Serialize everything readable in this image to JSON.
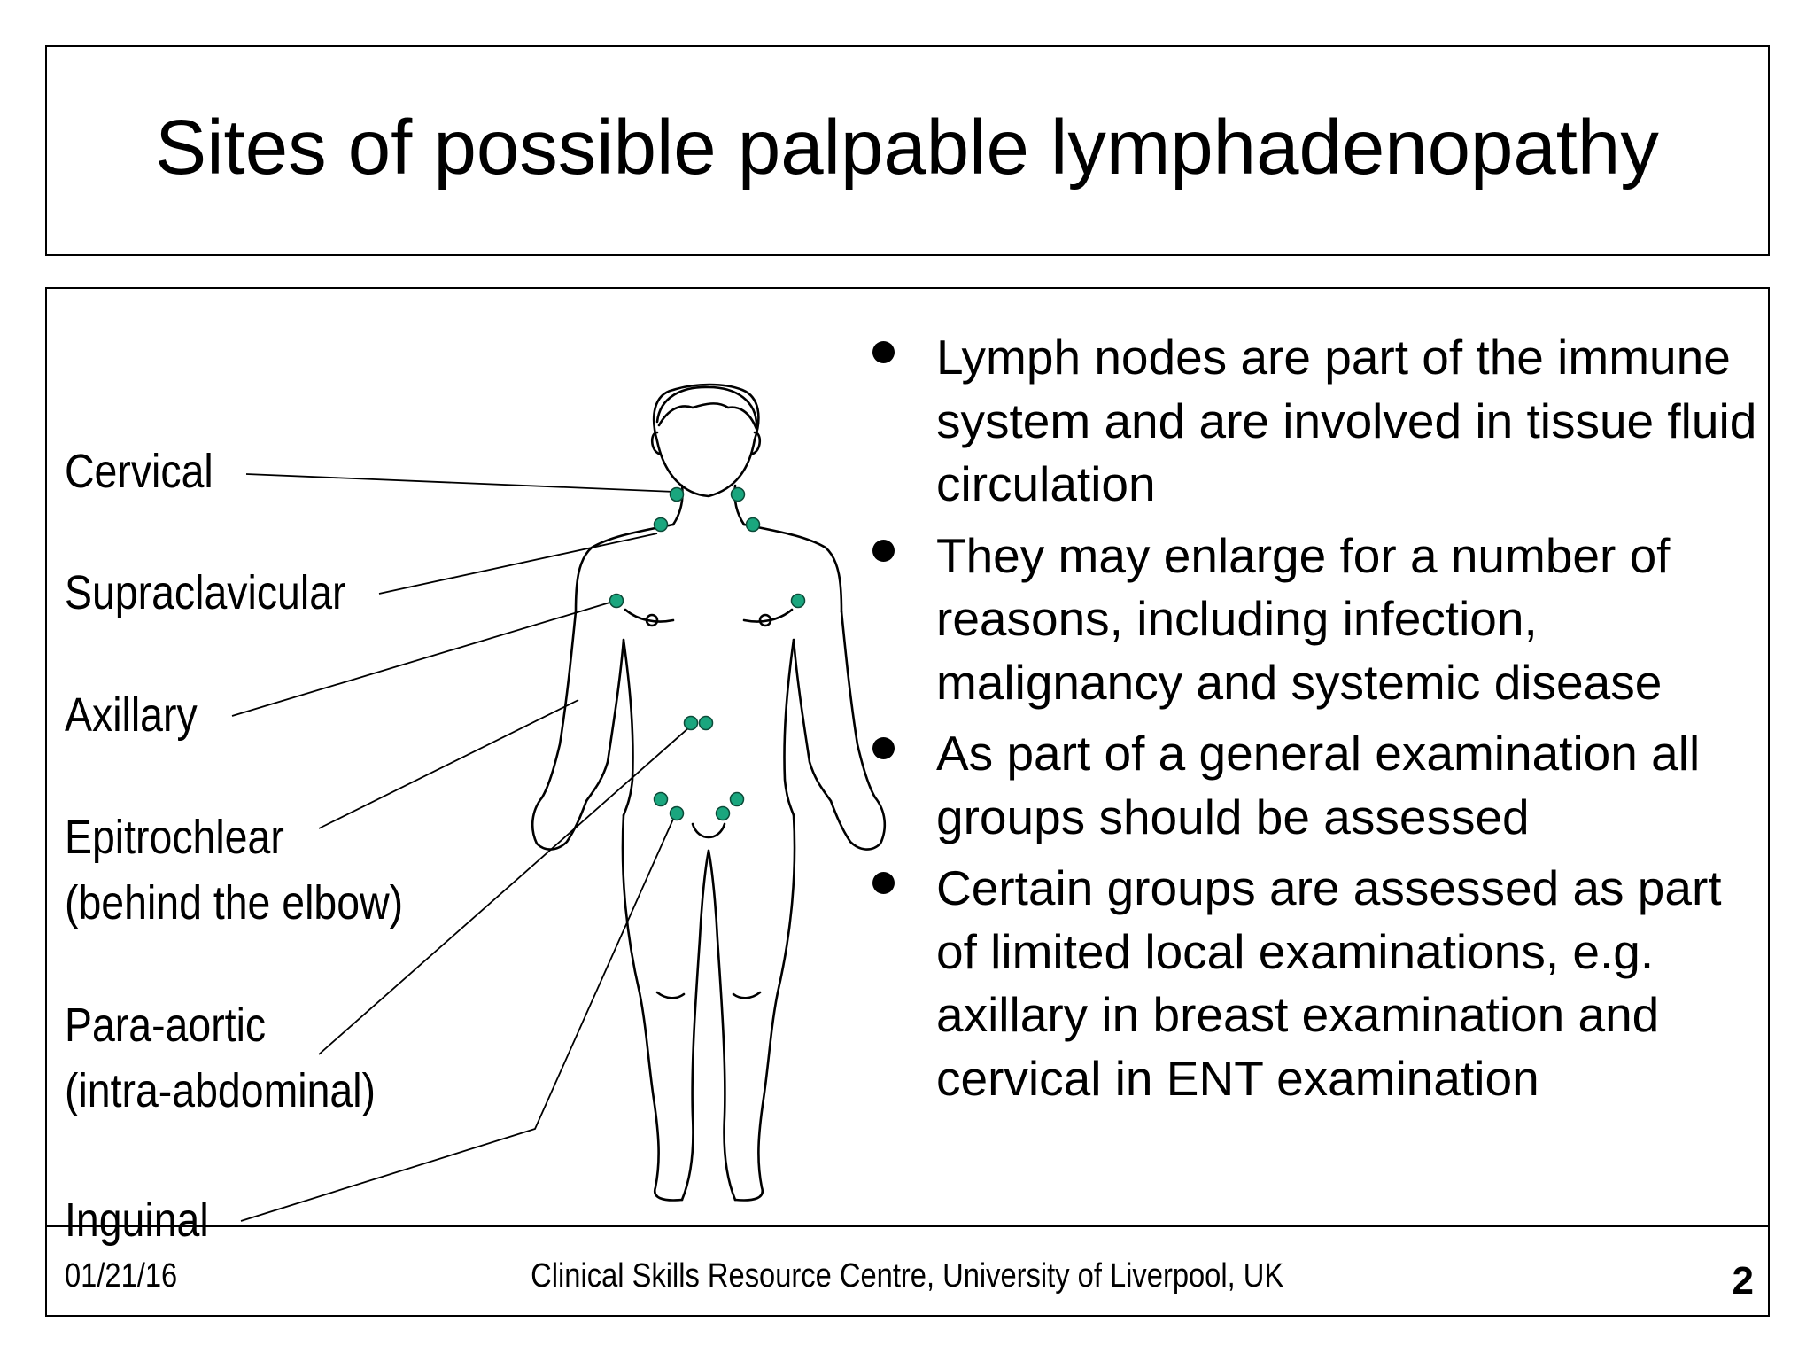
{
  "title": "Sites of possible palpable lymphadenopathy",
  "labels": {
    "cervical": "Cervical",
    "supraclavicular": "Supraclavicular",
    "axillary": "Axillary",
    "epitrochlear_line1": "Epitrochlear",
    "epitrochlear_line2": "(behind the elbow)",
    "para_aortic_line1": "Para-aortic",
    "para_aortic_line2": "(intra-abdominal)",
    "inguinal": "Inguinal"
  },
  "bullets": [
    "Lymph nodes are part of the immune system and are involved in tissue fluid circulation",
    "They may enlarge for a number of reasons, including infection, malignancy and systemic disease",
    "As part of a general examination all groups should be assessed",
    "Certain groups are assessed as part of limited local examinations, e.g. axillary in breast examination and cervical in ENT examination"
  ],
  "footer": {
    "date": "01/21/16",
    "source": "Clinical Skills Resource Centre, University of Liverpool, UK",
    "page": "2"
  },
  "colors": {
    "node_fill": "#1aa67e",
    "line": "#000000"
  }
}
